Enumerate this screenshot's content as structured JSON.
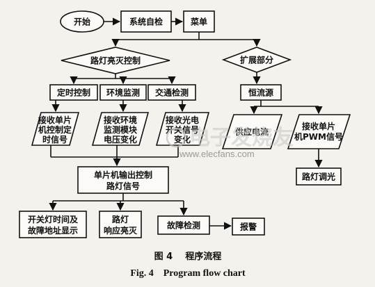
{
  "nodes": {
    "start": "开始",
    "self_check": "系统自检",
    "menu": "菜单",
    "street_light_control": "路灯亮灭控制",
    "extension": "扩展部分",
    "timer_control": "定时控制",
    "env_monitor": "环境监测",
    "traffic_detect": "交通检测",
    "constant_current": "恒流源",
    "recv_mcu_timer": [
      "接收单片",
      "机控制定",
      "时信号"
    ],
    "recv_env_module": [
      "接收环境",
      "监测模块",
      "电压变化"
    ],
    "recv_photo_signal": [
      "接收光电",
      "开关信号",
      "变化"
    ],
    "supply_current": "供应电流",
    "recv_mcu_pwm": [
      "接收单片",
      "机PWM信号"
    ],
    "mcu_output": [
      "单片机输出控制",
      "路灯信号"
    ],
    "dimming": "路灯调光",
    "switch_display": [
      "开关灯时间及",
      "故障地址显示"
    ],
    "light_respond": [
      "路灯",
      "响应亮灭"
    ],
    "fault_detect": "故障检测",
    "alarm": "报警"
  },
  "caption": {
    "cn": "图 4    程序流程",
    "en": "Fig. 4    Program flow chart"
  },
  "watermark": {
    "logo": "电子发烧友",
    "url": "www.elecfans.com"
  }
}
